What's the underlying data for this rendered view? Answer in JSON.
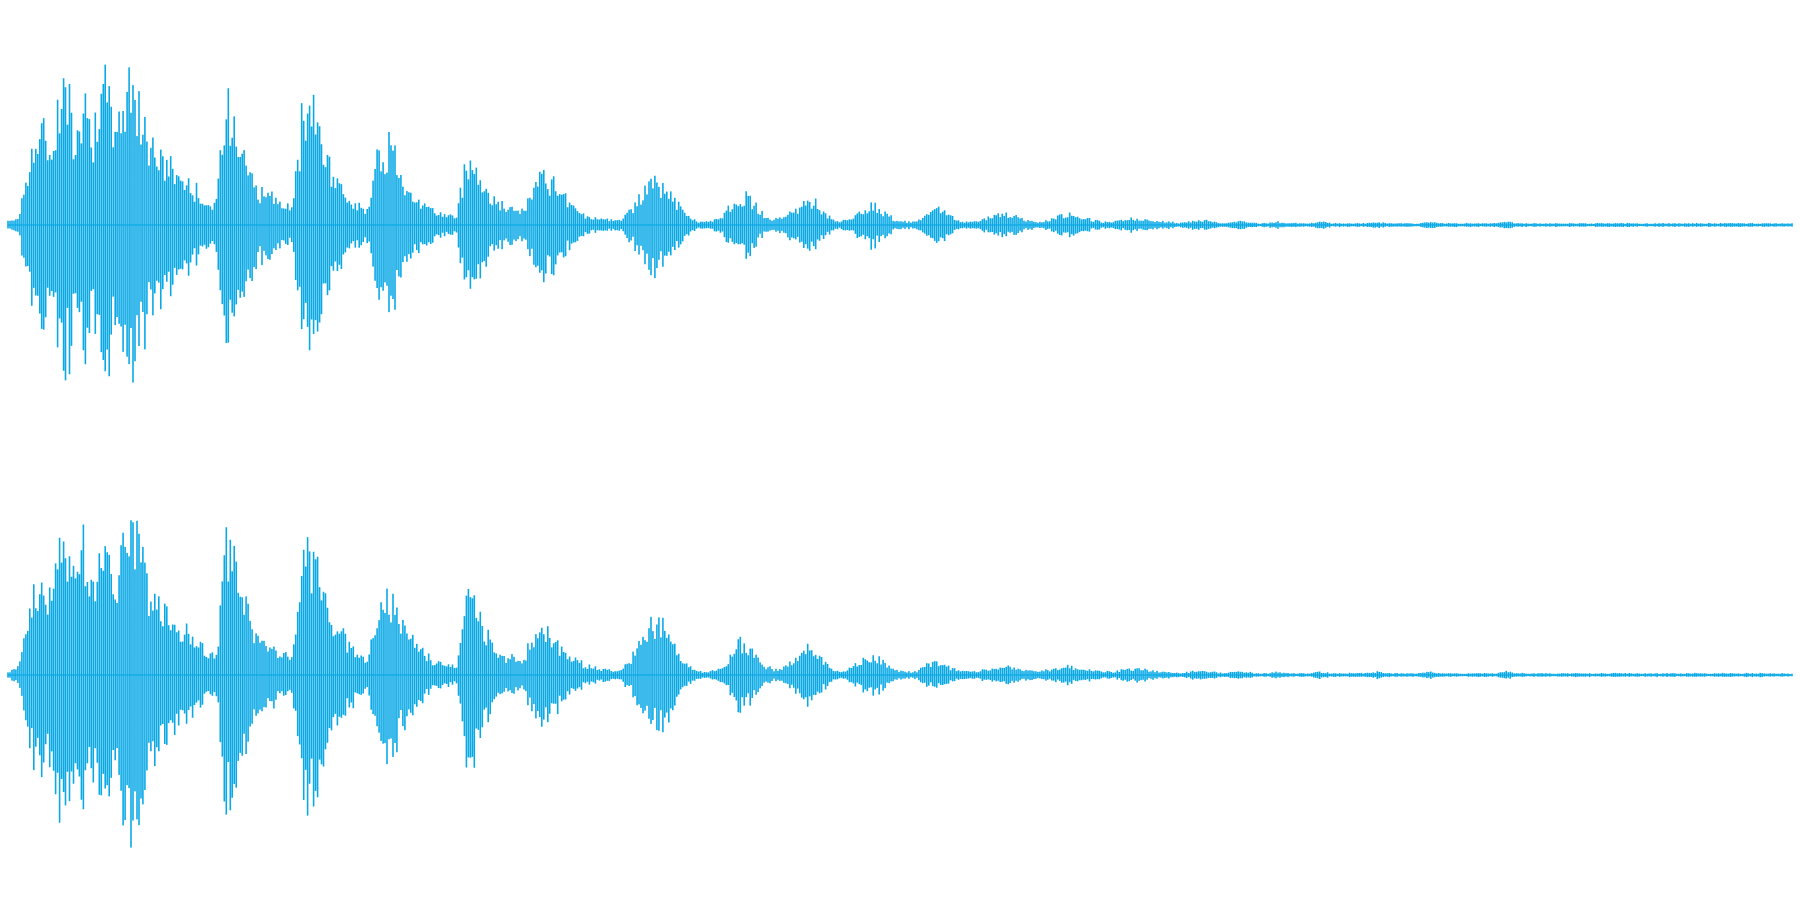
{
  "waveform": {
    "color": "#0aa9e6",
    "channels": [
      {
        "name": "",
        "peaks": [
          0.02,
          0.05,
          0.42,
          0.55,
          0.46,
          0.85,
          0.62,
          0.78,
          0.55,
          0.8,
          0.52,
          0.95,
          0.7,
          0.5,
          0.4,
          0.35,
          0.28,
          0.22,
          0.15,
          0.1,
          0.75,
          0.6,
          0.35,
          0.2,
          0.18,
          0.12,
          0.1,
          0.65,
          0.7,
          0.4,
          0.25,
          0.2,
          0.12,
          0.1,
          0.45,
          0.5,
          0.3,
          0.2,
          0.12,
          0.08,
          0.06,
          0.05,
          0.42,
          0.32,
          0.18,
          0.12,
          0.1,
          0.08,
          0.2,
          0.28,
          0.22,
          0.14,
          0.08,
          0.05,
          0.04,
          0.03,
          0.03,
          0.1,
          0.2,
          0.27,
          0.24,
          0.14,
          0.06,
          0.02,
          0.02,
          0.04,
          0.1,
          0.18,
          0.14,
          0.06,
          0.03,
          0.05,
          0.1,
          0.16,
          0.12,
          0.05,
          0.02,
          0.04,
          0.08,
          0.12,
          0.08,
          0.03,
          0.02,
          0.02,
          0.06,
          0.1,
          0.06,
          0.02,
          0.02,
          0.03,
          0.05,
          0.07,
          0.05,
          0.03,
          0.02,
          0.03,
          0.05,
          0.06,
          0.05,
          0.03,
          0.02,
          0.02,
          0.03,
          0.04,
          0.03,
          0.02,
          0.02,
          0.01,
          0.02,
          0.03,
          0.02,
          0.01,
          0.02,
          0.02,
          0.01,
          0.01,
          0.02,
          0.01,
          0.01,
          0.01,
          0.02,
          0.01,
          0.01,
          0.01,
          0.01,
          0.02,
          0.01,
          0.01,
          0.01,
          0.01,
          0.02,
          0.01,
          0.01,
          0.01,
          0.01,
          0.01,
          0.01,
          0.02,
          0.01,
          0.01,
          0.01,
          0.01,
          0.01,
          0.01,
          0.01,
          0.01,
          0.01,
          0.01,
          0.01,
          0.01,
          0.01,
          0.01,
          0.01,
          0.01,
          0.01,
          0.01,
          0.01,
          0.01,
          0.01,
          0.01,
          0.01,
          0.01,
          0.01,
          0.01
        ]
      },
      {
        "name": "",
        "peaks": [
          0.02,
          0.05,
          0.4,
          0.55,
          0.46,
          0.85,
          0.62,
          0.8,
          0.55,
          0.8,
          0.52,
          0.97,
          0.72,
          0.5,
          0.4,
          0.35,
          0.28,
          0.22,
          0.15,
          0.1,
          0.78,
          0.6,
          0.35,
          0.2,
          0.18,
          0.12,
          0.1,
          0.62,
          0.68,
          0.4,
          0.25,
          0.2,
          0.12,
          0.1,
          0.5,
          0.52,
          0.3,
          0.2,
          0.12,
          0.08,
          0.06,
          0.05,
          0.52,
          0.38,
          0.2,
          0.12,
          0.1,
          0.08,
          0.22,
          0.28,
          0.22,
          0.14,
          0.08,
          0.05,
          0.04,
          0.03,
          0.03,
          0.1,
          0.22,
          0.3,
          0.26,
          0.14,
          0.06,
          0.02,
          0.02,
          0.04,
          0.1,
          0.2,
          0.15,
          0.06,
          0.03,
          0.05,
          0.1,
          0.16,
          0.12,
          0.05,
          0.02,
          0.04,
          0.08,
          0.12,
          0.08,
          0.03,
          0.02,
          0.02,
          0.06,
          0.08,
          0.05,
          0.02,
          0.02,
          0.03,
          0.04,
          0.06,
          0.04,
          0.03,
          0.02,
          0.03,
          0.04,
          0.05,
          0.04,
          0.03,
          0.02,
          0.02,
          0.03,
          0.04,
          0.03,
          0.02,
          0.02,
          0.01,
          0.02,
          0.03,
          0.02,
          0.01,
          0.02,
          0.02,
          0.01,
          0.01,
          0.02,
          0.01,
          0.01,
          0.01,
          0.02,
          0.01,
          0.01,
          0.01,
          0.01,
          0.02,
          0.01,
          0.01,
          0.01,
          0.01,
          0.02,
          0.01,
          0.01,
          0.01,
          0.01,
          0.01,
          0.01,
          0.02,
          0.01,
          0.01,
          0.01,
          0.01,
          0.01,
          0.01,
          0.01,
          0.01,
          0.01,
          0.01,
          0.01,
          0.01,
          0.01,
          0.01,
          0.01,
          0.01,
          0.01,
          0.01,
          0.01,
          0.01,
          0.01,
          0.01,
          0.01,
          0.01,
          0.01,
          0.01
        ]
      }
    ]
  }
}
